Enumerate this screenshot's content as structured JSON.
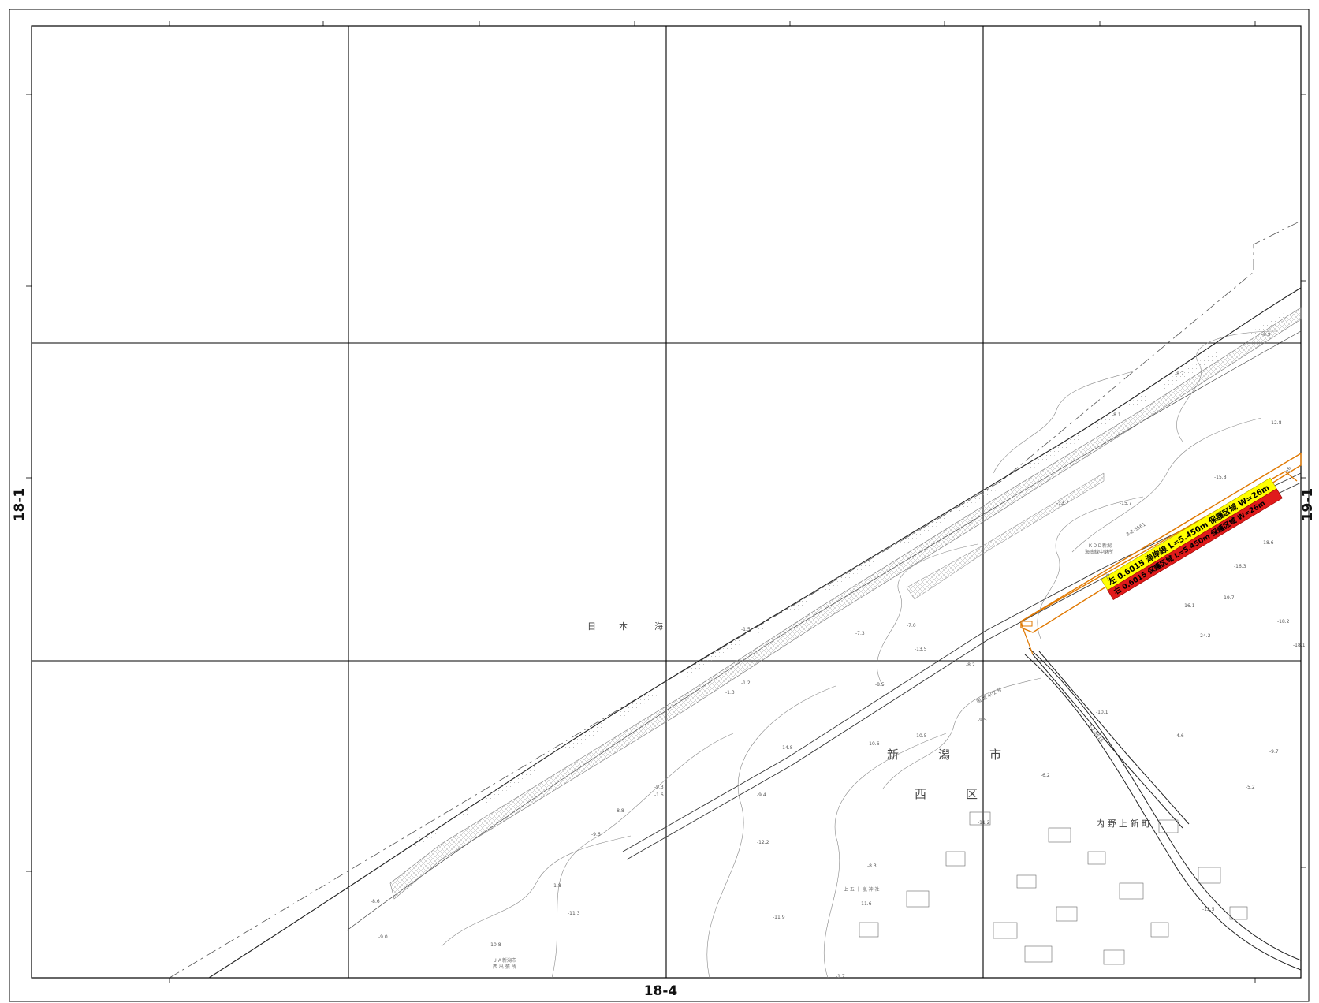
{
  "sheets": {
    "left": "18-1",
    "right": "19-1",
    "bottom": "18-4"
  },
  "places": {
    "city_1": "新",
    "city_2": "潟",
    "city_3": "市",
    "ward_1": "西",
    "ward_2": "区",
    "sea_1": "日",
    "sea_2": "本",
    "sea_3": "海",
    "town": "内 野 上 新 町",
    "road": "国 道 402 号",
    "kddi": "ＫＤＤ新潟",
    "kddi_2": "海底線中継所",
    "shrine": "上 五 十 嵐 神 社",
    "ja": "ＪＡ新潟市",
    "ja_2": "西 出 張 所"
  },
  "project": {
    "line_yellow": "左 0.6015 海岸線 L=5.450m 保護区域 W=26m",
    "line_red": "右 0.6015 保護区域 L=5.450m 保護区域 W=26m",
    "width_a": "26",
    "width_b": "26",
    "route_a": "3-2-5561",
    "route_b": "3-2-5616"
  },
  "elevations": [
    "-8.9",
    "-8.7",
    "-8.1",
    "-12.8",
    "-13.7",
    "-15.7",
    "-15.8",
    "-16.3",
    "-16.1",
    "-19.7",
    "-18.2",
    "-18.1",
    "-18.6",
    "-24.2",
    "-13.5",
    "-7.0",
    "-7.3",
    "-8.5",
    "-8.2",
    "-9.5",
    "-10.5",
    "-10.6",
    "-14.8",
    "-12.2",
    "-11.2",
    "-9.4",
    "-9.3",
    "-8.3",
    "-11.6",
    "-8.6",
    "-1.5",
    "-1.2",
    "-1.3",
    "-1.6",
    "-1.8",
    "-9.0",
    "-11.9",
    "-11.3",
    "-10.1",
    "-12.5",
    "-4.6",
    "-5.2",
    "-9.7",
    "-6.2",
    "-1.7",
    "-10.8",
    "-9.6",
    "-8.8"
  ],
  "colors": {
    "project_outline": "#e07800",
    "yellow": "#ffff00",
    "red": "#e01b1b"
  }
}
